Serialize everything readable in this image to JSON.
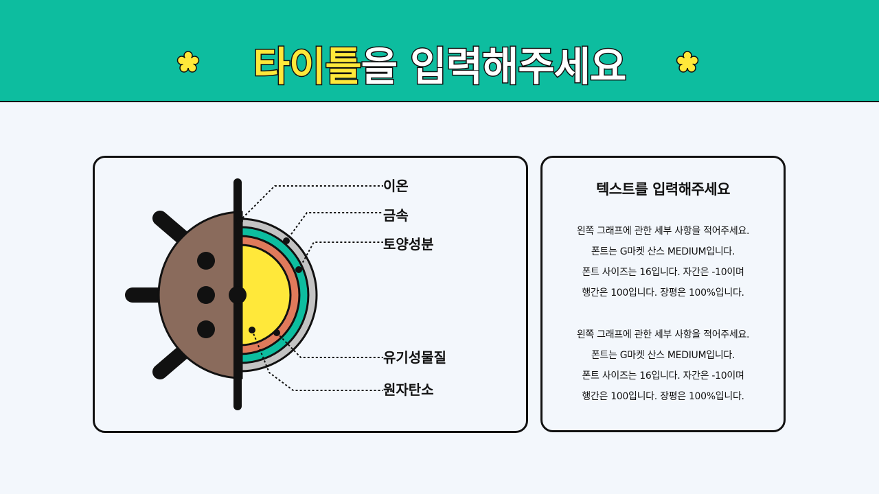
{
  "header": {
    "title_highlight": "타이틀",
    "title_rest": "을 입력해주세요",
    "star_icon": "flower-star-icon",
    "accent_color": "#0dbd9f",
    "highlight_color": "#ffe83a"
  },
  "diagram": {
    "labels": {
      "ion": "이온",
      "metal": "금속",
      "soil": "토양성분",
      "organic": "유기성물질",
      "carbon": "원자탄소"
    },
    "colors": {
      "brown": "#8a6b5c",
      "gray": "#c3c3c3",
      "teal": "#0dbd9f",
      "orange": "#e07a5b",
      "yellow": "#ffe83a"
    }
  },
  "side_panel": {
    "title": "텍스트를 입력해주세요",
    "paragraphs": [
      [
        "왼쪽 그래프에 관한 세부 사항을 적어주세요.",
        "폰트는 G마켓 산스 MEDIUM입니다.",
        "폰트 사이즈는 16입니다. 자간은 -10이며",
        "행간은 100입니다. 장평은 100%입니다."
      ],
      [
        "왼쪽 그래프에 관한 세부 사항을 적어주세요.",
        "폰트는 G마켓 산스 MEDIUM입니다.",
        "폰트 사이즈는 16입니다. 자간은 -10이며",
        "행간은 100입니다. 장평은 100%입니다."
      ]
    ]
  }
}
